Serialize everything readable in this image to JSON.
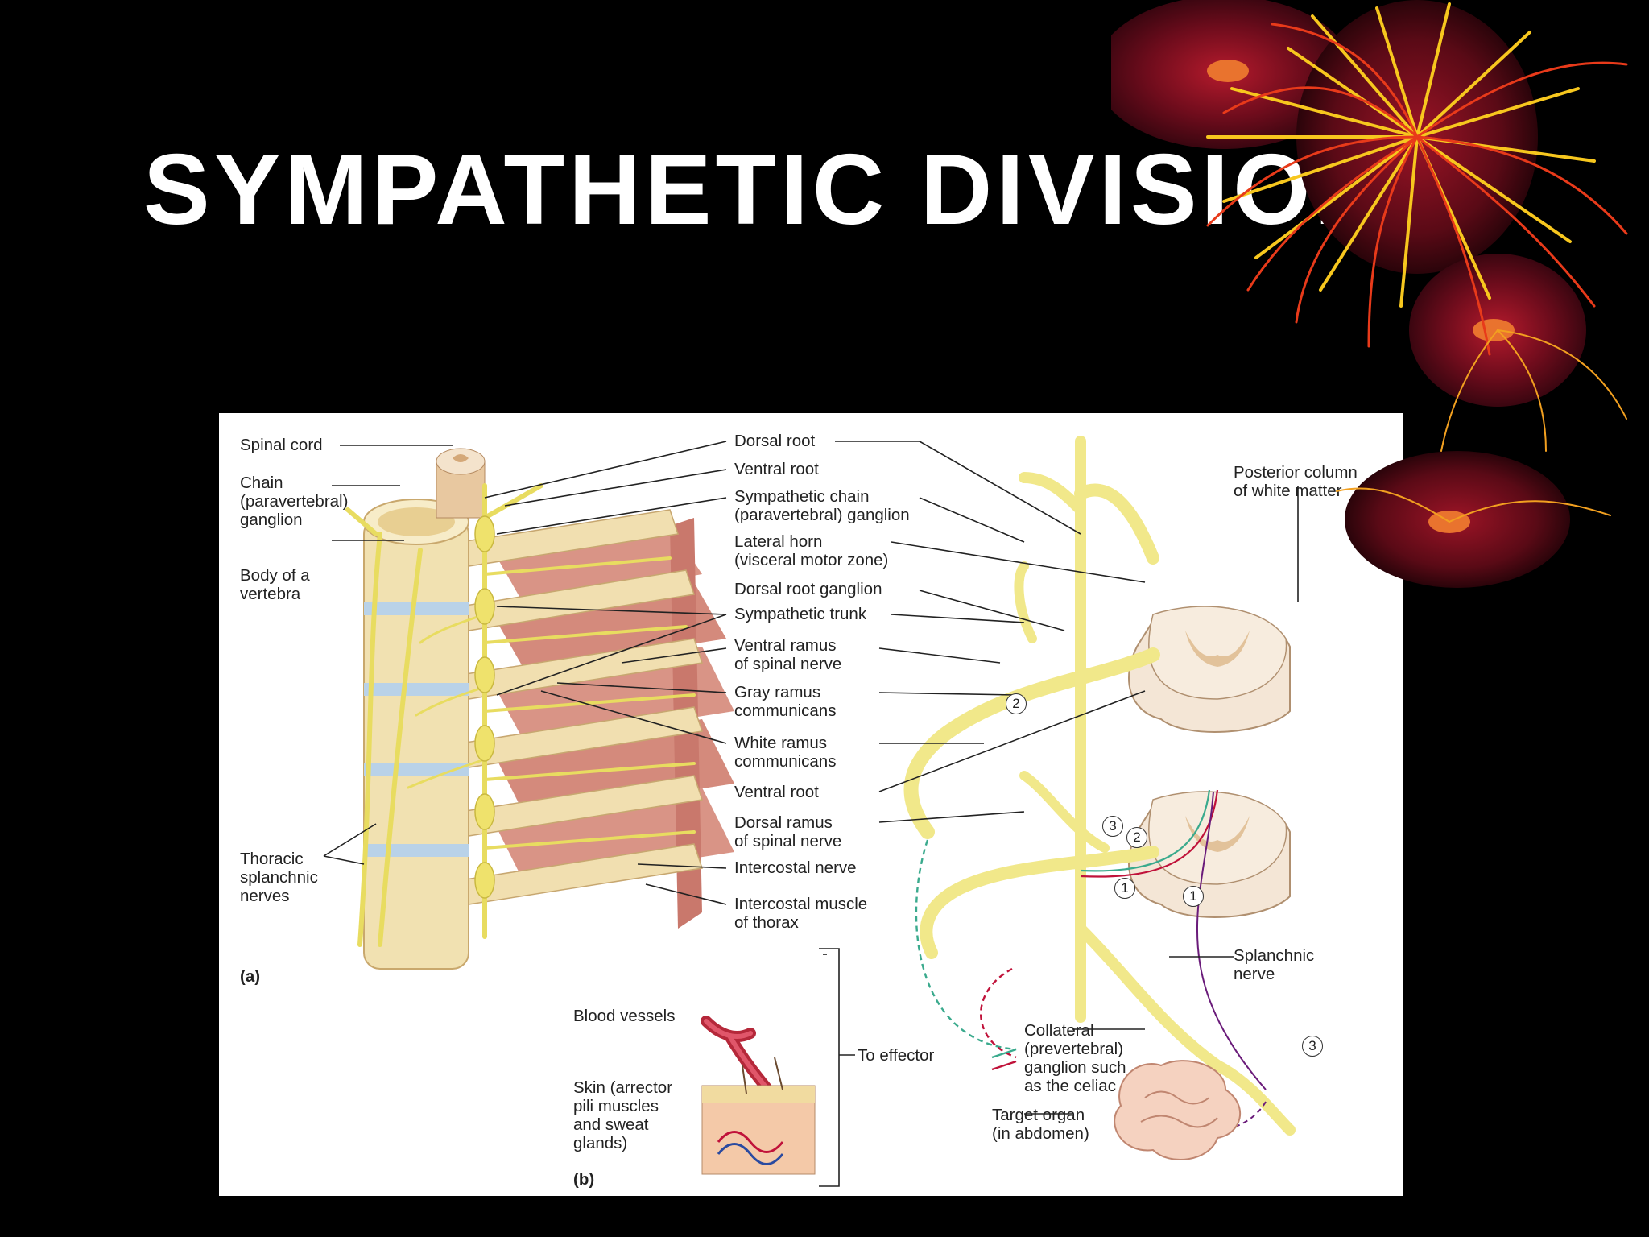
{
  "slide": {
    "title": "SYMPATHETIC DIVISION"
  },
  "figure": {
    "panel_a": "(a)",
    "panel_b": "(b)",
    "labels": {
      "spinal_cord": [
        "Spinal cord"
      ],
      "chain_ganglion": [
        "Chain",
        "(paravertebral)",
        "ganglion"
      ],
      "body_vertebra": [
        "Body of a",
        "vertebra"
      ],
      "thoracic_splanchnic": [
        "Thoracic",
        "splanchnic",
        "nerves"
      ],
      "dorsal_root": [
        "Dorsal root"
      ],
      "ventral_root_top": [
        "Ventral root"
      ],
      "sympathetic_chain_ganglion": [
        "Sympathetic chain",
        "(paravertebral) ganglion"
      ],
      "lateral_horn": [
        "Lateral horn",
        "(visceral motor zone)"
      ],
      "dorsal_root_ganglion": [
        "Dorsal root ganglion"
      ],
      "sympathetic_trunk": [
        "Sympathetic trunk"
      ],
      "ventral_ramus": [
        "Ventral ramus",
        "of spinal nerve"
      ],
      "gray_ramus": [
        "Gray ramus",
        "communicans"
      ],
      "white_ramus": [
        "White ramus",
        "communicans"
      ],
      "ventral_root_mid": [
        "Ventral root"
      ],
      "dorsal_ramus": [
        "Dorsal ramus",
        "of spinal nerve"
      ],
      "intercostal_nerve": [
        "Intercostal nerve"
      ],
      "intercostal_muscle": [
        "Intercostal muscle",
        "of thorax"
      ],
      "posterior_column": [
        "Posterior column",
        "of white matter"
      ],
      "splanchnic_nerve": [
        "Splanchnic",
        "nerve"
      ],
      "collateral_ganglion": [
        "Collateral",
        "(prevertebral)",
        "ganglion such",
        "as the celiac"
      ],
      "target_organ": [
        "Target organ",
        "(in abdomen)"
      ],
      "blood_vessels": [
        "Blood vessels"
      ],
      "skin": [
        "Skin (arrector",
        "pili muscles",
        "and sweat",
        "glands)"
      ],
      "to_effector": [
        "To effector"
      ]
    },
    "markers": {
      "m1": "1",
      "m2": "2",
      "m3": "3"
    }
  },
  "colors": {
    "background": "#000000",
    "title": "#ffffff",
    "nerve_yellow": "#f3eb8a",
    "bone": "#f2e2b0",
    "muscle": "#d9958a",
    "spinal_gray": "#e7c9a2",
    "path_teal": "#3aaa8d",
    "path_red": "#c0123a",
    "path_purple": "#6a1b7a",
    "deco_red": "#7a0a18",
    "deco_yellow": "#f7c71e"
  }
}
